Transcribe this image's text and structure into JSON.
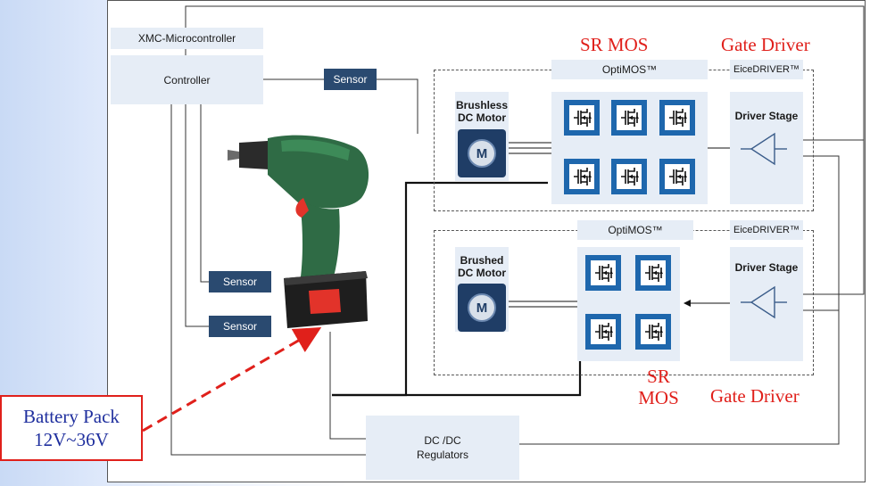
{
  "labels": {
    "xmc": "XMC-Microcontroller",
    "controller": "Controller",
    "sensor_top": "Sensor",
    "sensor_mid": "Sensor",
    "sensor_low": "Sensor",
    "optimos_top": "OptiMOS™",
    "optimos_bottom": "OptiMOS™",
    "eicedriver_top": "EiceDRIVER™",
    "eicedriver_bottom": "EiceDRIVER™",
    "driver_stage_top": "Driver Stage",
    "driver_stage_bottom": "Driver Stage",
    "brushless_line1": "Brushless",
    "brushless_line2": "DC Motor",
    "brushed_line1": "Brushed",
    "brushed_line2": "DC Motor",
    "motor_symbol": "M",
    "dcdc_line1": "DC /DC",
    "dcdc_line2": "Regulators"
  },
  "annotations": {
    "sr_mos_top": "SR MOS",
    "gate_driver_top": "Gate Driver",
    "sr_mos_bottom_line1": "SR",
    "sr_mos_bottom_line2": "MOS",
    "gate_driver_bottom": "Gate Driver",
    "battery_line1": "Battery Pack",
    "battery_line2": "12V~36V"
  },
  "colors": {
    "annotation_red": "#e0201b",
    "battery_text": "#1f2f9e",
    "sensor_dark": "#2a4a70",
    "block_light": "#e6edf6",
    "mosfet_blue": "#1e67ad"
  }
}
